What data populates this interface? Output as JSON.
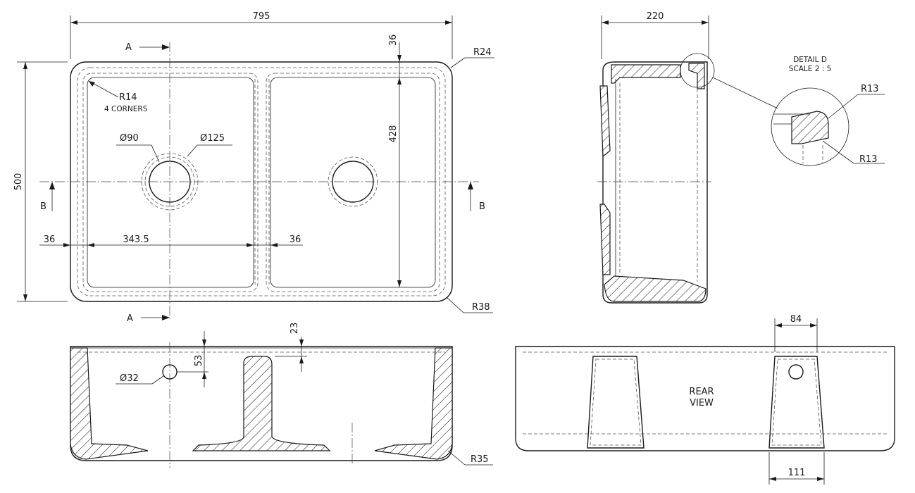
{
  "plan_view": {
    "overall_width": "795",
    "overall_depth": "500",
    "inner_length": "428",
    "top_rim": "36",
    "left_rim": "36",
    "bowl_width": "343.5",
    "divider": "36",
    "corner_radius_inner": "R14",
    "corner_note": "4 CORNERS",
    "corner_radius_top": "R24",
    "corner_radius_bottom": "R38",
    "waste_small": "Ø90",
    "waste_large": "Ø125",
    "section_a": "A",
    "section_b": "B"
  },
  "side_view": {
    "height": "220",
    "detail_title": "DETAIL D",
    "detail_scale": "SCALE 2 : 5",
    "radius_top": "R13",
    "radius_bottom": "R13"
  },
  "section_view": {
    "overflow_dia": "Ø32",
    "overflow_offset": "53",
    "divider_drop": "23",
    "outer_radius": "R35"
  },
  "rear_view": {
    "label_line1": "REAR",
    "label_line2": "VIEW",
    "top_width": "84",
    "bottom_width": "111"
  }
}
